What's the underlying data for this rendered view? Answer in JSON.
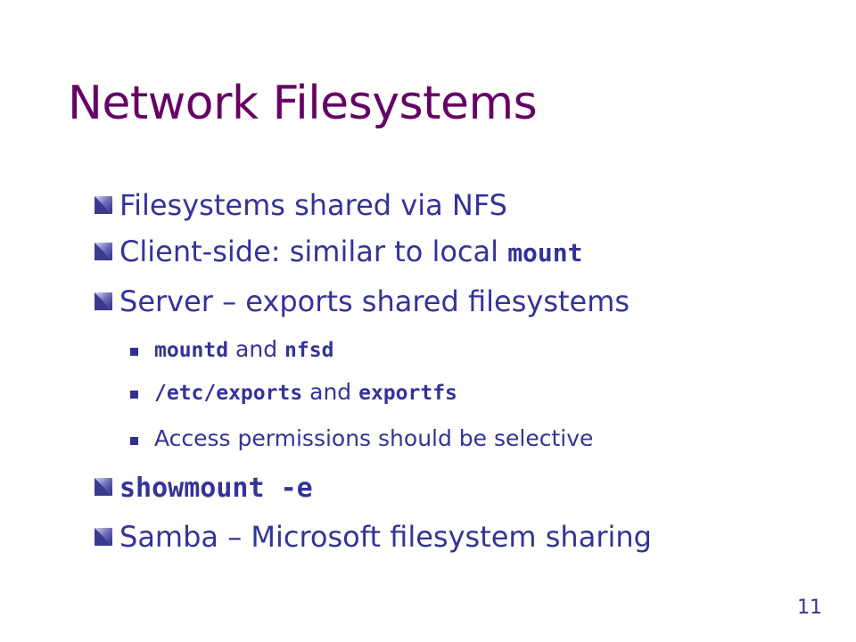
{
  "slide": {
    "title": "Network Filesystems",
    "bullets": [
      {
        "text": "Filesystems shared via NFS"
      },
      {
        "text": "Client-side: similar to local ",
        "code": "mount"
      },
      {
        "text": "Server – exports shared filesystems"
      },
      {
        "code": "showmount -e"
      },
      {
        "text": "Samba – Microsoft filesystem sharing"
      }
    ],
    "subbullets": [
      {
        "code1": "mountd",
        "text": " and ",
        "code2": "nfsd"
      },
      {
        "code1": "/etc/exports",
        "text": " and ",
        "code2": "exportfs"
      },
      {
        "text": "Access permissions should be selective"
      }
    ],
    "page_number": "11"
  },
  "colors": {
    "title": "#660066",
    "body": "#33339a",
    "bullet_icon": "#5b5ba8"
  },
  "icons": {
    "main_bullet": "diamond-bullet-icon",
    "sub_bullet": "square-bullet-icon"
  }
}
